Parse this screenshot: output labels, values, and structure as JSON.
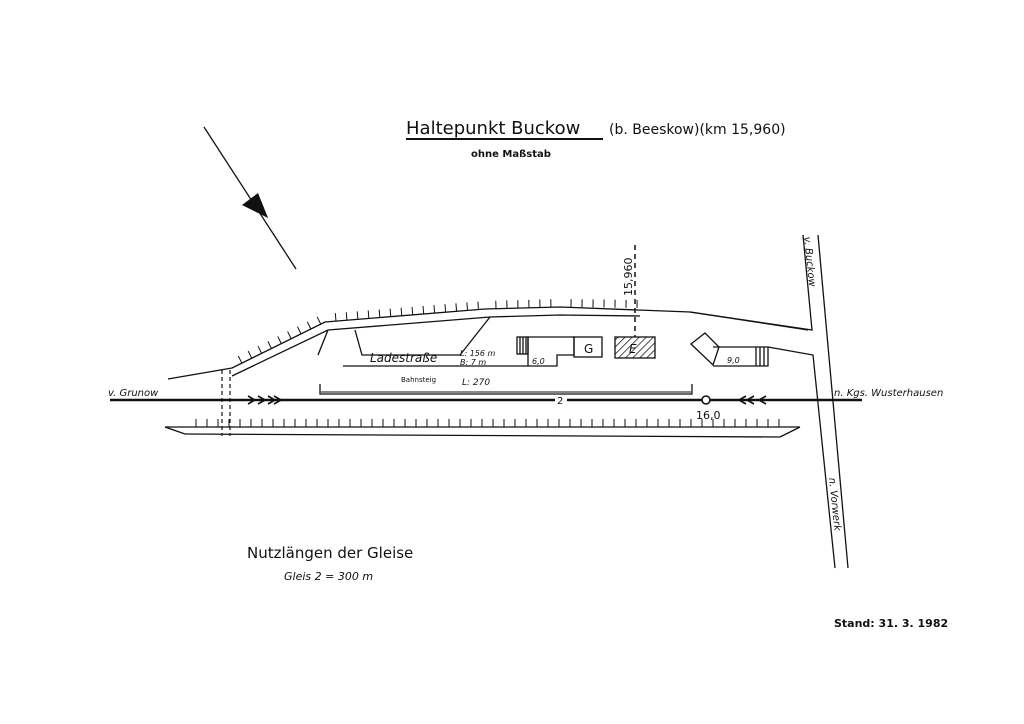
{
  "title": {
    "main": "Haltepunkt Buckow",
    "sub": "(b. Beeskow)(km 15,960)",
    "scale_note": "ohne Maßstab"
  },
  "plan": {
    "km_mark": "15,960",
    "loading_road": {
      "label": "Ladestraße",
      "length": "L: 156 m",
      "width": "B: 7 m"
    },
    "building_g": "G",
    "building_e": "E",
    "height_left": "6,0",
    "height_right": "9,0",
    "platform": {
      "label": "Bahnsteig",
      "length": "L: 270"
    },
    "track_number": "2",
    "signal_km": "16,0",
    "from_west": "v. Grunow",
    "to_east": "n. Kgs. Wusterhausen",
    "road_north": "v. Buckow",
    "road_south": "n. Vorwerk"
  },
  "usable_lengths": {
    "heading": "Nutzlängen der Gleise",
    "track": "Gleis 2 = 300 m"
  },
  "status": "Stand: 31. 3. 1982"
}
